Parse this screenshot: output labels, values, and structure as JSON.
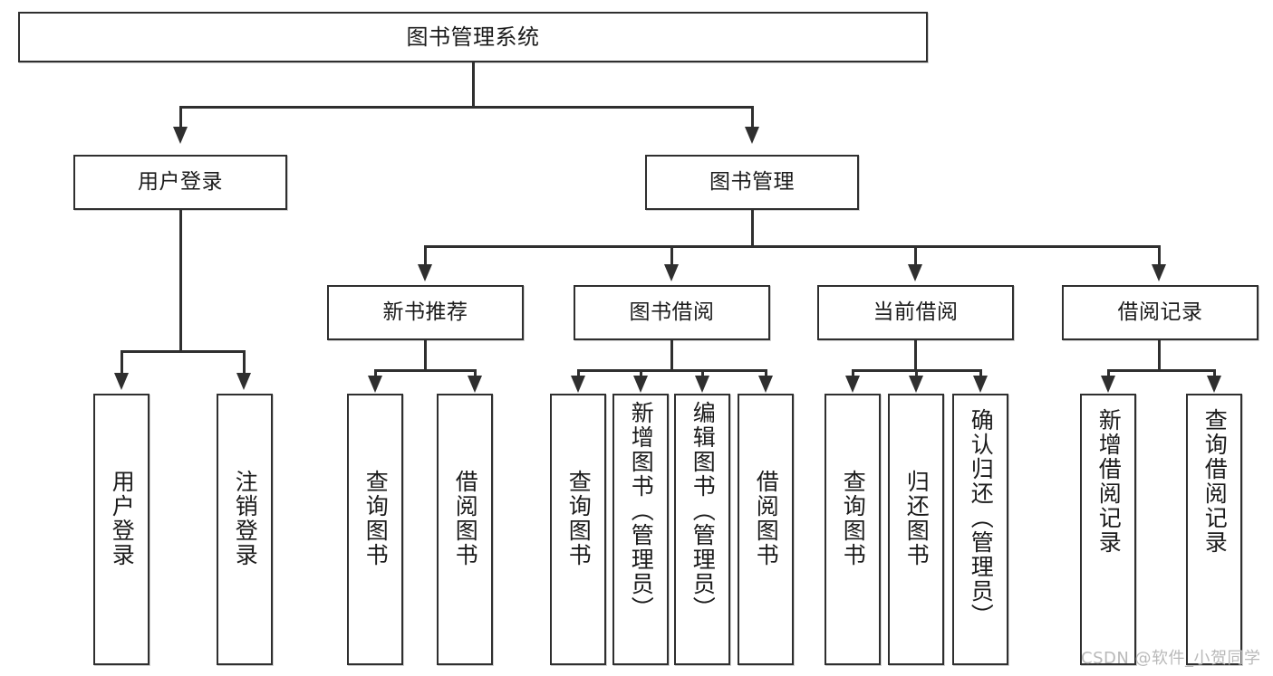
{
  "diagram": {
    "title": "图书管理系统",
    "type": "hierarchy-tree",
    "root": {
      "label": "图书管理系统"
    },
    "level2": [
      {
        "label": "用户登录"
      },
      {
        "label": "图书管理"
      }
    ],
    "level3": [
      {
        "label": "新书推荐"
      },
      {
        "label": "图书借阅"
      },
      {
        "label": "当前借阅"
      },
      {
        "label": "借阅记录"
      }
    ],
    "leaves": {
      "user_login": [
        {
          "label": "用户登录"
        },
        {
          "label": "注销登录"
        }
      ],
      "new_book_recommend": [
        {
          "label": "查询图书"
        },
        {
          "label": "借阅图书"
        }
      ],
      "book_borrow": [
        {
          "label": "查询图书"
        },
        {
          "label": "新增图书（管理员）"
        },
        {
          "label": "编辑图书（管理员）"
        },
        {
          "label": "借阅图书"
        }
      ],
      "current_borrow": [
        {
          "label": "查询图书"
        },
        {
          "label": "归还图书"
        },
        {
          "label": "确认归还（管理员）"
        }
      ],
      "borrow_record": [
        {
          "label": "新增借阅记录"
        },
        {
          "label": "查询借阅记录"
        }
      ]
    }
  },
  "watermark": {
    "text": "CSDN @软件_小贺同学"
  },
  "colors": {
    "stroke": "#2f2f2f",
    "fill": "#ffffff",
    "text": "#1b1b1b",
    "watermark": "#b9b9b9"
  }
}
